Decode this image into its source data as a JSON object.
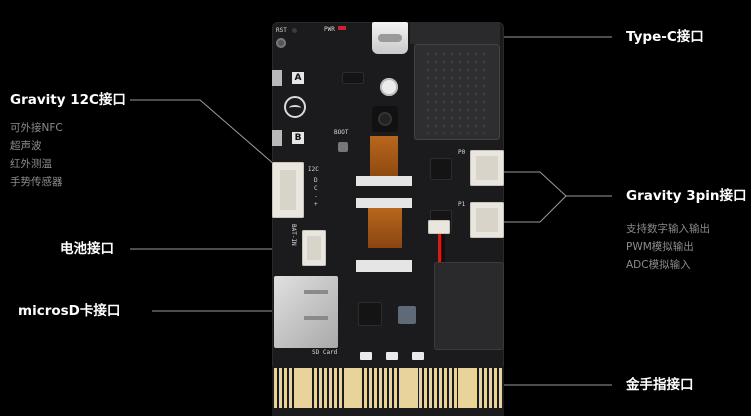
{
  "callouts": {
    "type_c": "Type-C接口",
    "gravity_i2c": "Gravity 12C接口",
    "i2c_items": [
      "可外接NFC",
      "超声波",
      "红外测温",
      "手势传感器"
    ],
    "battery": "电池接口",
    "microsd": "microsD卡接口",
    "gravity_3pin": "Gravity 3pin接口",
    "pin_items": [
      "支持数字输入输出",
      "PWM模拟输出",
      "ADC模拟输入"
    ],
    "gold_finger": "金手指接口"
  },
  "board": {
    "button_a": "A",
    "button_b": "B",
    "i2c_silk": "I2C",
    "p0_silk": "P0",
    "p1_silk": "P1",
    "bat_silk": "BAT-IN",
    "sd_silk": "SD Card",
    "boot_silk": "BOOT",
    "rst_silk": "RST",
    "pwr_silk": "PWR",
    "i2c_pins": [
      "D",
      "C",
      "-",
      "+"
    ]
  }
}
